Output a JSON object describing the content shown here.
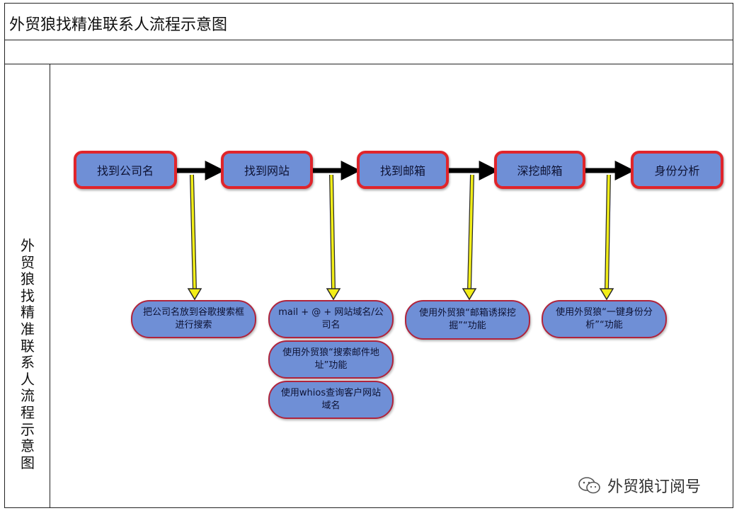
{
  "header": {
    "title": "外贸狼找精准联系人流程示意图"
  },
  "side_label": "外贸狼找精准联系人流程示意图",
  "stages": [
    {
      "label": "找到公司名"
    },
    {
      "label": "找到网站"
    },
    {
      "label": "找到邮箱"
    },
    {
      "label": "深挖邮箱"
    },
    {
      "label": "身份分析"
    }
  ],
  "notes": [
    {
      "text": "把公司名放到谷歌搜索框进行搜索"
    },
    {
      "text": "mail + @ + 网站域名/公司名"
    },
    {
      "text": "使用外贸狼“搜索邮件地址”功能"
    },
    {
      "text": "使用whios查询客户网站域名"
    },
    {
      "text": "使用外贸狼“邮箱诱探挖掘”“功能"
    },
    {
      "text": "使用外贸狼“一键身份分析”“功能"
    }
  ],
  "watermark": {
    "text": "外贸狼订阅号",
    "icon": "wechat-icon"
  },
  "colors": {
    "box_fill": "#6f8fd6",
    "box_border": "#e0252b",
    "arrow": "#000000",
    "connector": "#f2ee18"
  }
}
